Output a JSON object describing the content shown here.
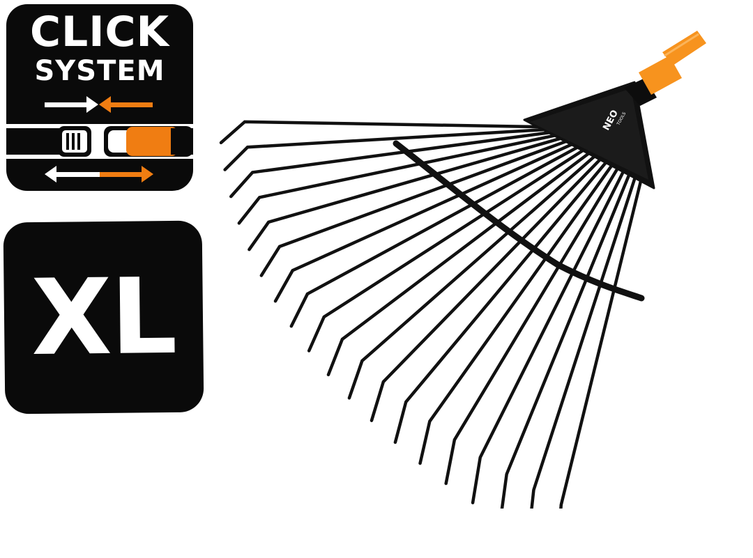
{
  "badges": {
    "click_system": {
      "line1": "CLICK",
      "line2": "SYSTEM",
      "icon": "click-connector-icon"
    },
    "size": {
      "label": "XL"
    }
  },
  "product": {
    "brand_line1": "NEO",
    "brand_line2": "TOOLS",
    "icon": "leaf-rake-icon"
  },
  "colors": {
    "badge_bg": "#0a0a0a",
    "accent_orange": "#f07d12",
    "handle_orange": "#f7931e",
    "white": "#ffffff"
  }
}
